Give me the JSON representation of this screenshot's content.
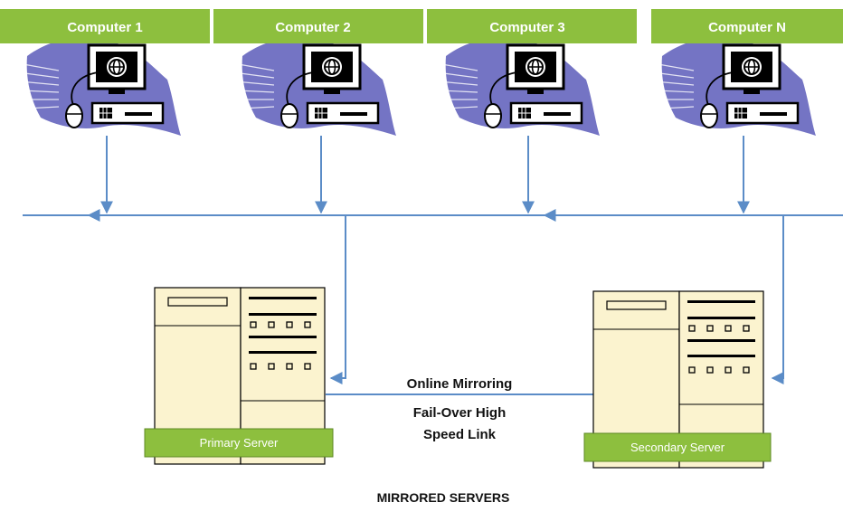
{
  "computers": [
    {
      "label": "Computer 1",
      "icon": "globe-icon"
    },
    {
      "label": "Computer 2",
      "icon": "globe-icon"
    },
    {
      "label": "Computer 3",
      "icon": "globe-icon"
    },
    {
      "label": "Computer N",
      "icon": "globe-icon"
    }
  ],
  "servers": {
    "primary": {
      "label": "Primary Server"
    },
    "secondary": {
      "label": "Secondary Server"
    }
  },
  "link": {
    "line1": "Online Mirroring",
    "line2": "Fail-Over High",
    "line3": "Speed Link"
  },
  "caption": "MIRRORED SERVERS",
  "colors": {
    "label_green": "#8dbf3e",
    "line_blue": "#5b8cc7",
    "swoosh": "#7474c4",
    "server_fill": "#fbf3cf"
  }
}
